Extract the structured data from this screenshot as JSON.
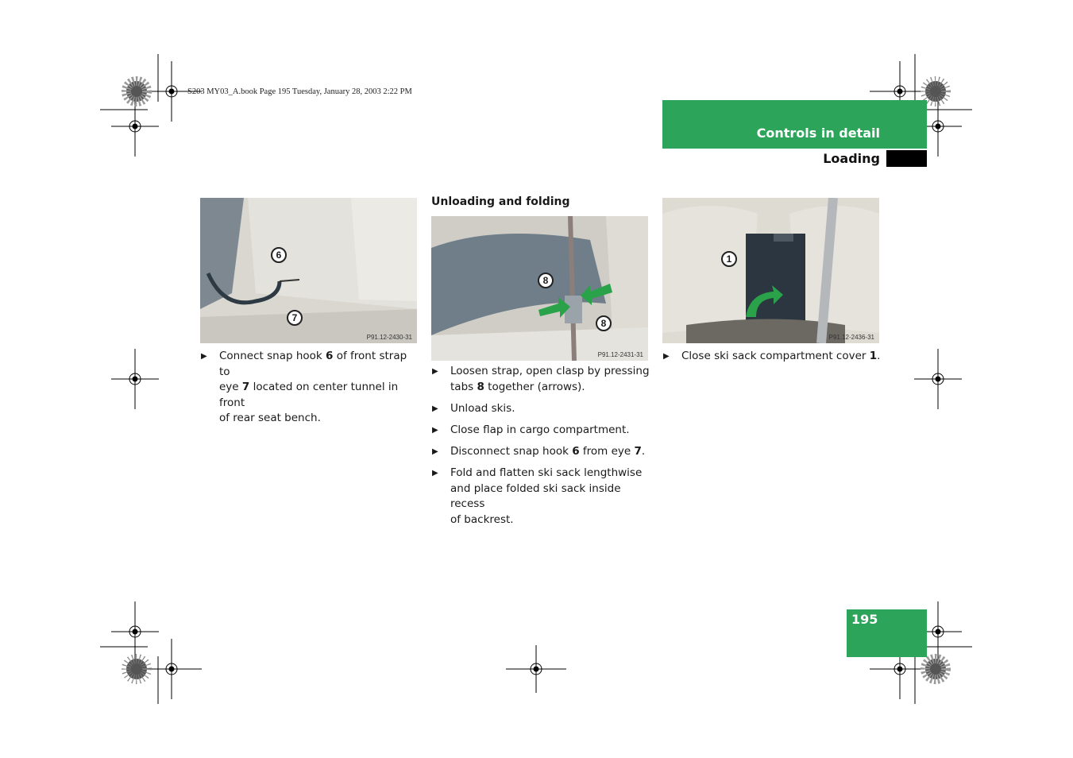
{
  "print_line": "S203 MY03_A.book  Page 195  Tuesday, January 28, 2003  2:22 PM",
  "header": {
    "section": "Controls in detail",
    "subsection": "Loading"
  },
  "page_number": "195",
  "colors": {
    "accent_green": "#2ca55a",
    "tab_black": "#000000"
  },
  "column1": {
    "figure": {
      "code": "P91.12-2430-31",
      "callouts": [
        "6",
        "7"
      ]
    },
    "steps": [
      {
        "parts": [
          "Connect snap hook ",
          "6",
          " of front strap to",
          "eye ",
          "7",
          " located on center tunnel in front",
          "of rear seat bench."
        ]
      }
    ]
  },
  "column2": {
    "heading": "Unloading and folding",
    "figure": {
      "code": "P91.12-2431-31",
      "callouts": [
        "8",
        "8"
      ]
    },
    "steps": [
      {
        "lines": [
          "Loosen strap, open clasp by pressing",
          "tabs ",
          "8",
          " together (arrows)."
        ]
      },
      {
        "text": "Unload skis."
      },
      {
        "text": "Close flap in cargo compartment."
      },
      {
        "lines": [
          "Disconnect snap hook ",
          "6",
          " from eye ",
          "7",
          "."
        ]
      },
      {
        "lines": [
          "Fold and flatten ski sack lengthwise",
          "and place folded ski sack inside recess",
          "of backrest."
        ]
      }
    ]
  },
  "column3": {
    "figure": {
      "code": "P91.12-2436-31",
      "callouts": [
        "1"
      ]
    },
    "steps": [
      {
        "lines": [
          "Close ski sack compartment cover ",
          "1",
          "."
        ]
      }
    ]
  },
  "icons": [
    "registration-mark-icon",
    "color-wheel-icon",
    "bullet-arrow-icon"
  ]
}
